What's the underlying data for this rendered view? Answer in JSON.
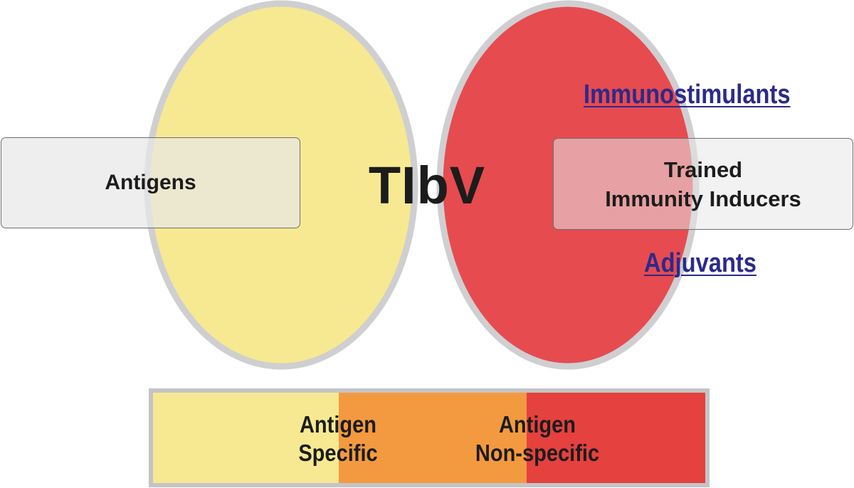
{
  "venn": {
    "left_circle": {
      "color": "#f7e991",
      "label": "Antigens"
    },
    "right_circle": {
      "color": "#e64b50",
      "label": "Trained Immunity Inducers"
    },
    "overlap": {
      "color": "#f5a043",
      "label": "TIbV"
    },
    "outline_color": "#cfcfd1"
  },
  "left_box": {
    "text": "Antigens"
  },
  "right_box": {
    "line1": "Trained",
    "line2": "Immunity Inducers"
  },
  "links": {
    "top": "Immunostimulants",
    "bottom": "Adjuvants",
    "color": "#2b2a8c"
  },
  "center_label": "TIbV",
  "scale_bar": {
    "segments": [
      {
        "name": "antigen-specific-zone",
        "color": "#f7e991"
      },
      {
        "name": "overlap-zone",
        "color": "#f39a40"
      },
      {
        "name": "non-specific-zone",
        "color": "#e5413e"
      }
    ],
    "labels": [
      {
        "line1": "Antigen",
        "line2": "Specific"
      },
      {
        "line1": "Antigen",
        "line2": "Non-specific"
      }
    ],
    "border_color": "#c4c4c6"
  }
}
